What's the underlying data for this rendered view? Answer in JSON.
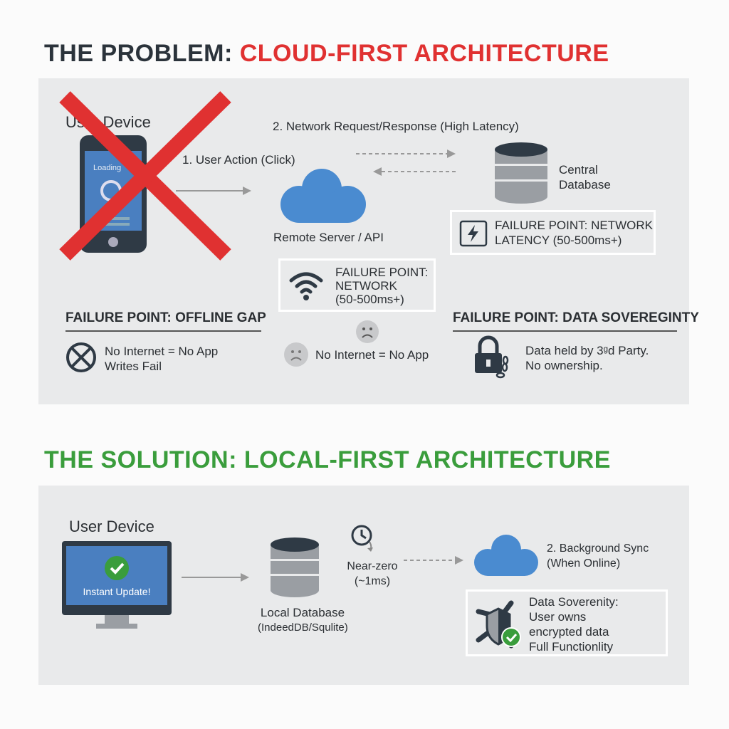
{
  "problem": {
    "title_prefix": "THE PROBLEM: ",
    "title_highlight": "CLOUD-FIRST ARCHITECTURE",
    "user_device": "User Device",
    "phone_screen": "Loading",
    "step1": "1. User Action (Click)",
    "step2": "2. Network Request/Response (High Latency)",
    "remote_server": "Remote Server / API",
    "central_db": [
      "Central",
      "Database"
    ],
    "latency_box": [
      "FAILURE POINT: NETWORK",
      "LATENCY (50-500ms+)"
    ],
    "network_box": [
      "FAILURE POINT:",
      "NETWORK",
      "(50-500ms+)"
    ],
    "offline_gap": {
      "title": "FAILURE POINT: OFFLINE GAP",
      "lines": [
        "No Internet = No App",
        "Writes Fail"
      ]
    },
    "no_internet": "No Internet = No App",
    "sovereignty": {
      "title": "FAILURE POINT: DATA SOVEREGINTY",
      "lines": [
        "Data held by 3ᵍd Party.",
        "No ownership."
      ]
    }
  },
  "solution": {
    "title": "THE SOLUTION: LOCAL-FIRST ARCHITECTURE",
    "user_device": "User Device",
    "screen_text": "Instant Update!",
    "local_db": [
      "Local Database",
      "(IndeedDB/Squlite)"
    ],
    "latency": [
      "Near-zero",
      "(~1ms)"
    ],
    "sync": [
      "2. Background Sync",
      "(When Online)"
    ],
    "sovereignty_box": [
      "Data Soverenity:",
      "User owns",
      "encrypted data",
      "Full Functionlity"
    ]
  },
  "colors": {
    "red": "#e03131",
    "green": "#3a9d3c",
    "blue": "#4a8bd0",
    "dark": "#2f3a45"
  }
}
